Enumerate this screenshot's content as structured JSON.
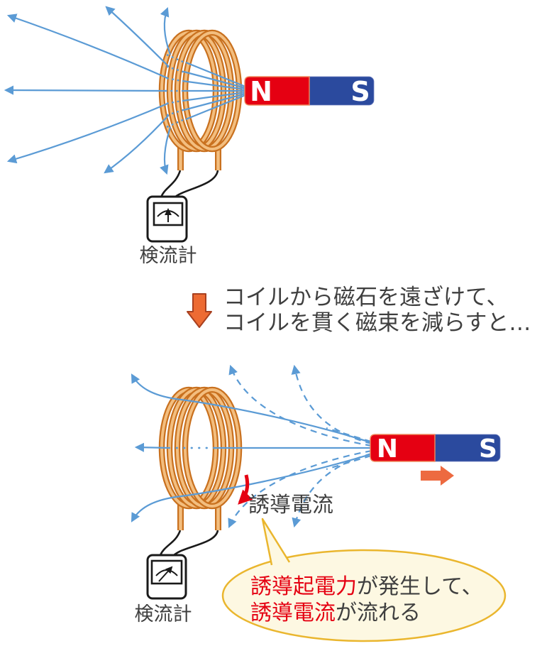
{
  "top": {
    "galvanometer_label": "検流計",
    "magnet": {
      "n": "N",
      "s": "S"
    }
  },
  "step": {
    "line1": "コイルから磁石を遠ざけて、",
    "line2": "コイルを貫く磁束を減らすと…"
  },
  "bottom": {
    "galvanometer_label": "検流計",
    "magnet": {
      "n": "N",
      "s": "S"
    },
    "induced_current_label": "誘導電流",
    "bubble": {
      "line1_highlight": "誘導起電力",
      "line1_rest": "が発生して、",
      "line2_highlight": "誘導電流",
      "line2_rest": "が流れる"
    }
  },
  "colors": {
    "field_line_blue": "#5B9BD5",
    "coil_dark_orange": "#C9711F",
    "coil_light_orange": "#F3BE7F",
    "magnet_red": "#E50012",
    "magnet_blue": "#2B4A9E",
    "pole_letter_white": "#FFFFFF",
    "step_arrow_orange": "#ED6B33",
    "step_arrow_outline": "#A8401F",
    "move_arrow_orange": "#ED6A40",
    "induced_current_red": "#E50012",
    "bubble_fill": "#FDF8E2",
    "bubble_border": "#EAB62E",
    "text_dark": "#3F3F3F",
    "wire_black": "#1A1A1A"
  }
}
